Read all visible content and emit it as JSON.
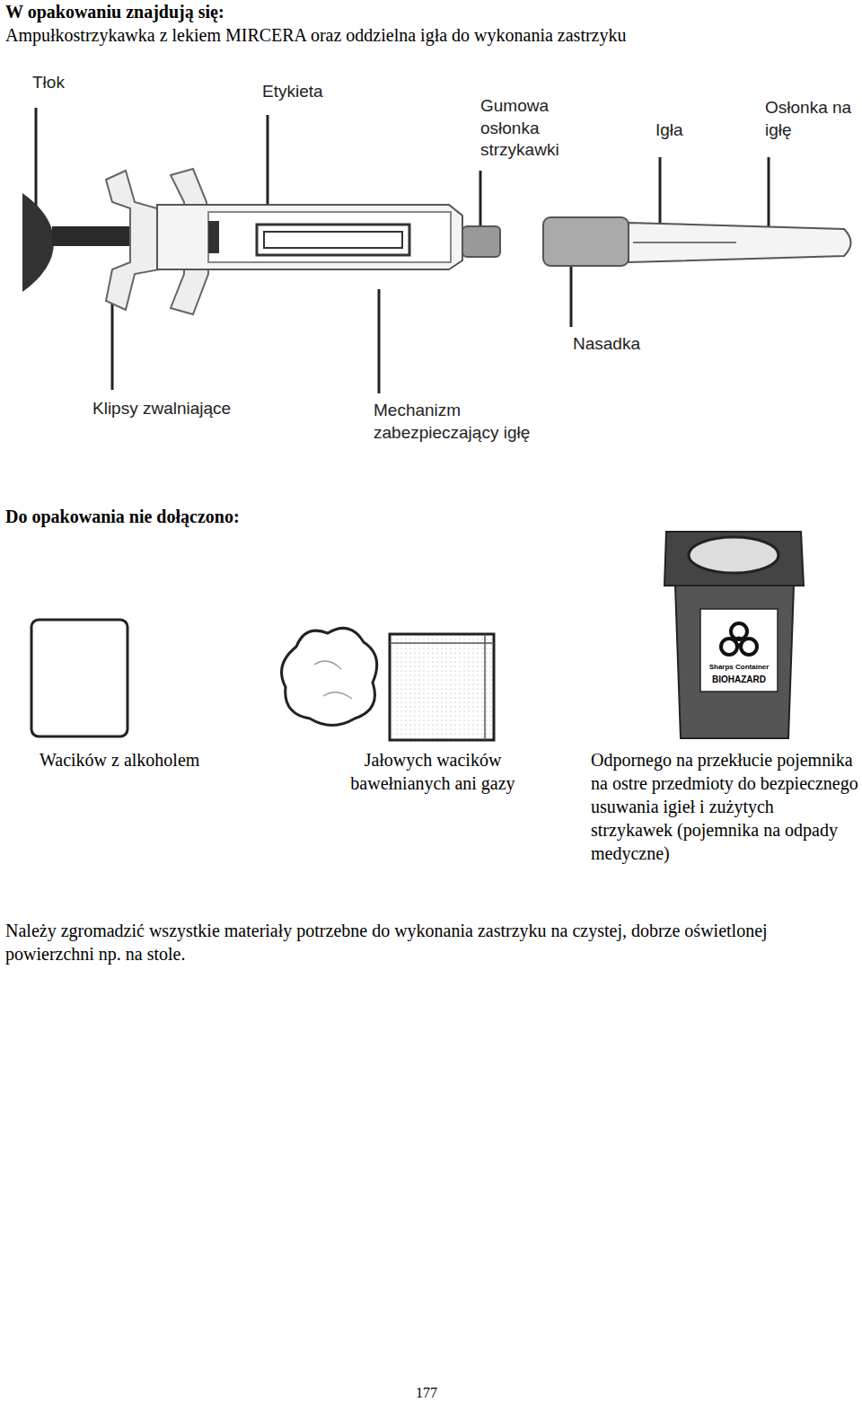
{
  "diagram": {
    "labels": [
      "W opakowaniu znajdują się:",
      "Ampułkostrzykawka z lekiem MIRCERA oraz oddzielna igła do wykonania zastrzyku",
      "Tłok",
      "Etykieta",
      "Gumowa osłonka strzykawki",
      "Igła",
      "Osłonka na igłę",
      "Nasadka",
      "Klipsy zwalniające",
      "Mechanizm zabezpieczający igłę",
      "Do opakowania nie dołączono:",
      "Sharps Container",
      "BIOHAZARD",
      "Wacików z alkoholem",
      "Jałowych wacików bawełnianych ani gazy",
      "Odpornego na przekłucie pojemnika na ostre przedmioty do bezpiecznego usuwania igieł i zużytych strzykawek (pojemnika na odpady medyczne)",
      "Należy zgromadzić wszystkie materiały potrzebne do wykonania zastrzyku na czystej, dobrze oświetlonej powierzchni np. na stole.",
      "177"
    ]
  }
}
